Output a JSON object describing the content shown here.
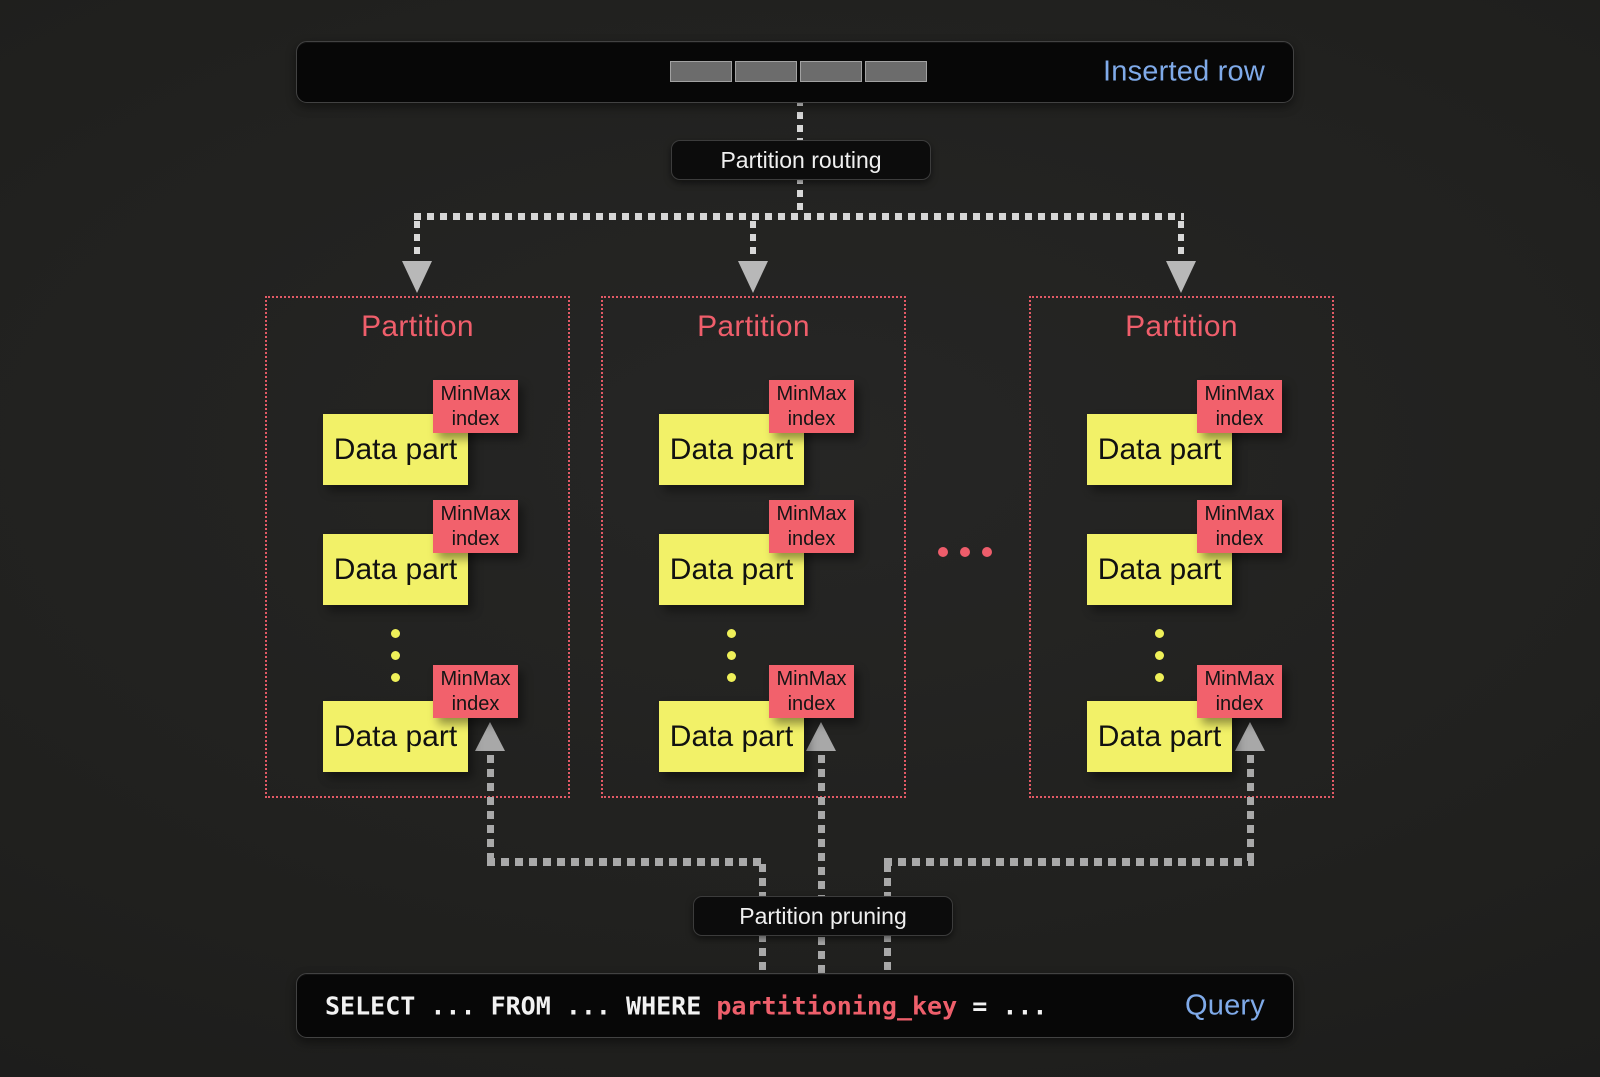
{
  "colors": {
    "background": "#212120",
    "panel_black": "#070707",
    "accent_pink": "#ee5d6b",
    "minmax_red": "#f2616c",
    "data_part_yellow": "#f2f168",
    "label_blue": "#7faae9",
    "connector_light": "#d6d6d6",
    "connector_gray": "#a9a9a9",
    "segment_gray": "#6c6c6c"
  },
  "inserted_row": {
    "label": "Inserted row",
    "segment_count": 4
  },
  "labels": {
    "routing": "Partition routing",
    "pruning": "Partition pruning"
  },
  "partitions": [
    {
      "title": "Partition",
      "parts": [
        {
          "data": "Data part",
          "index": "MinMax index"
        },
        {
          "data": "Data part",
          "index": "MinMax index"
        },
        {
          "data": "Data part",
          "index": "MinMax index"
        }
      ]
    },
    {
      "title": "Partition",
      "parts": [
        {
          "data": "Data part",
          "index": "MinMax index"
        },
        {
          "data": "Data part",
          "index": "MinMax index"
        },
        {
          "data": "Data part",
          "index": "MinMax index"
        }
      ]
    },
    {
      "title": "Partition",
      "parts": [
        {
          "data": "Data part",
          "index": "MinMax index"
        },
        {
          "data": "Data part",
          "index": "MinMax index"
        },
        {
          "data": "Data part",
          "index": "MinMax index"
        }
      ]
    }
  ],
  "query": {
    "prefix": "SELECT ... FROM ... WHERE ",
    "key": "partitioning_key",
    "suffix": " = ...",
    "label": "Query"
  }
}
